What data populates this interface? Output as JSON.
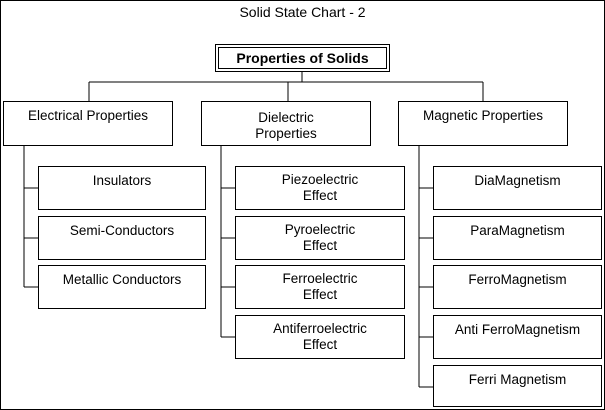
{
  "title": "Solid State Chart - 2",
  "root": "Properties of Solids",
  "categories": [
    {
      "label": "Electrical Properties",
      "items": [
        "Insulators",
        "Semi-Conductors",
        "Metallic Conductors"
      ]
    },
    {
      "label": "Dielectric\nProperties",
      "items": [
        "Piezoelectric\nEffect",
        "Pyroelectric\nEffect",
        "Ferroelectric\nEffect",
        "Antiferroelectric\nEffect"
      ]
    },
    {
      "label": "Magnetic Properties",
      "items": [
        "DiaMagnetism",
        "ParaMagnetism",
        "FerroMagnetism",
        "Anti FerroMagnetism",
        "Ferri Magnetism"
      ]
    }
  ]
}
